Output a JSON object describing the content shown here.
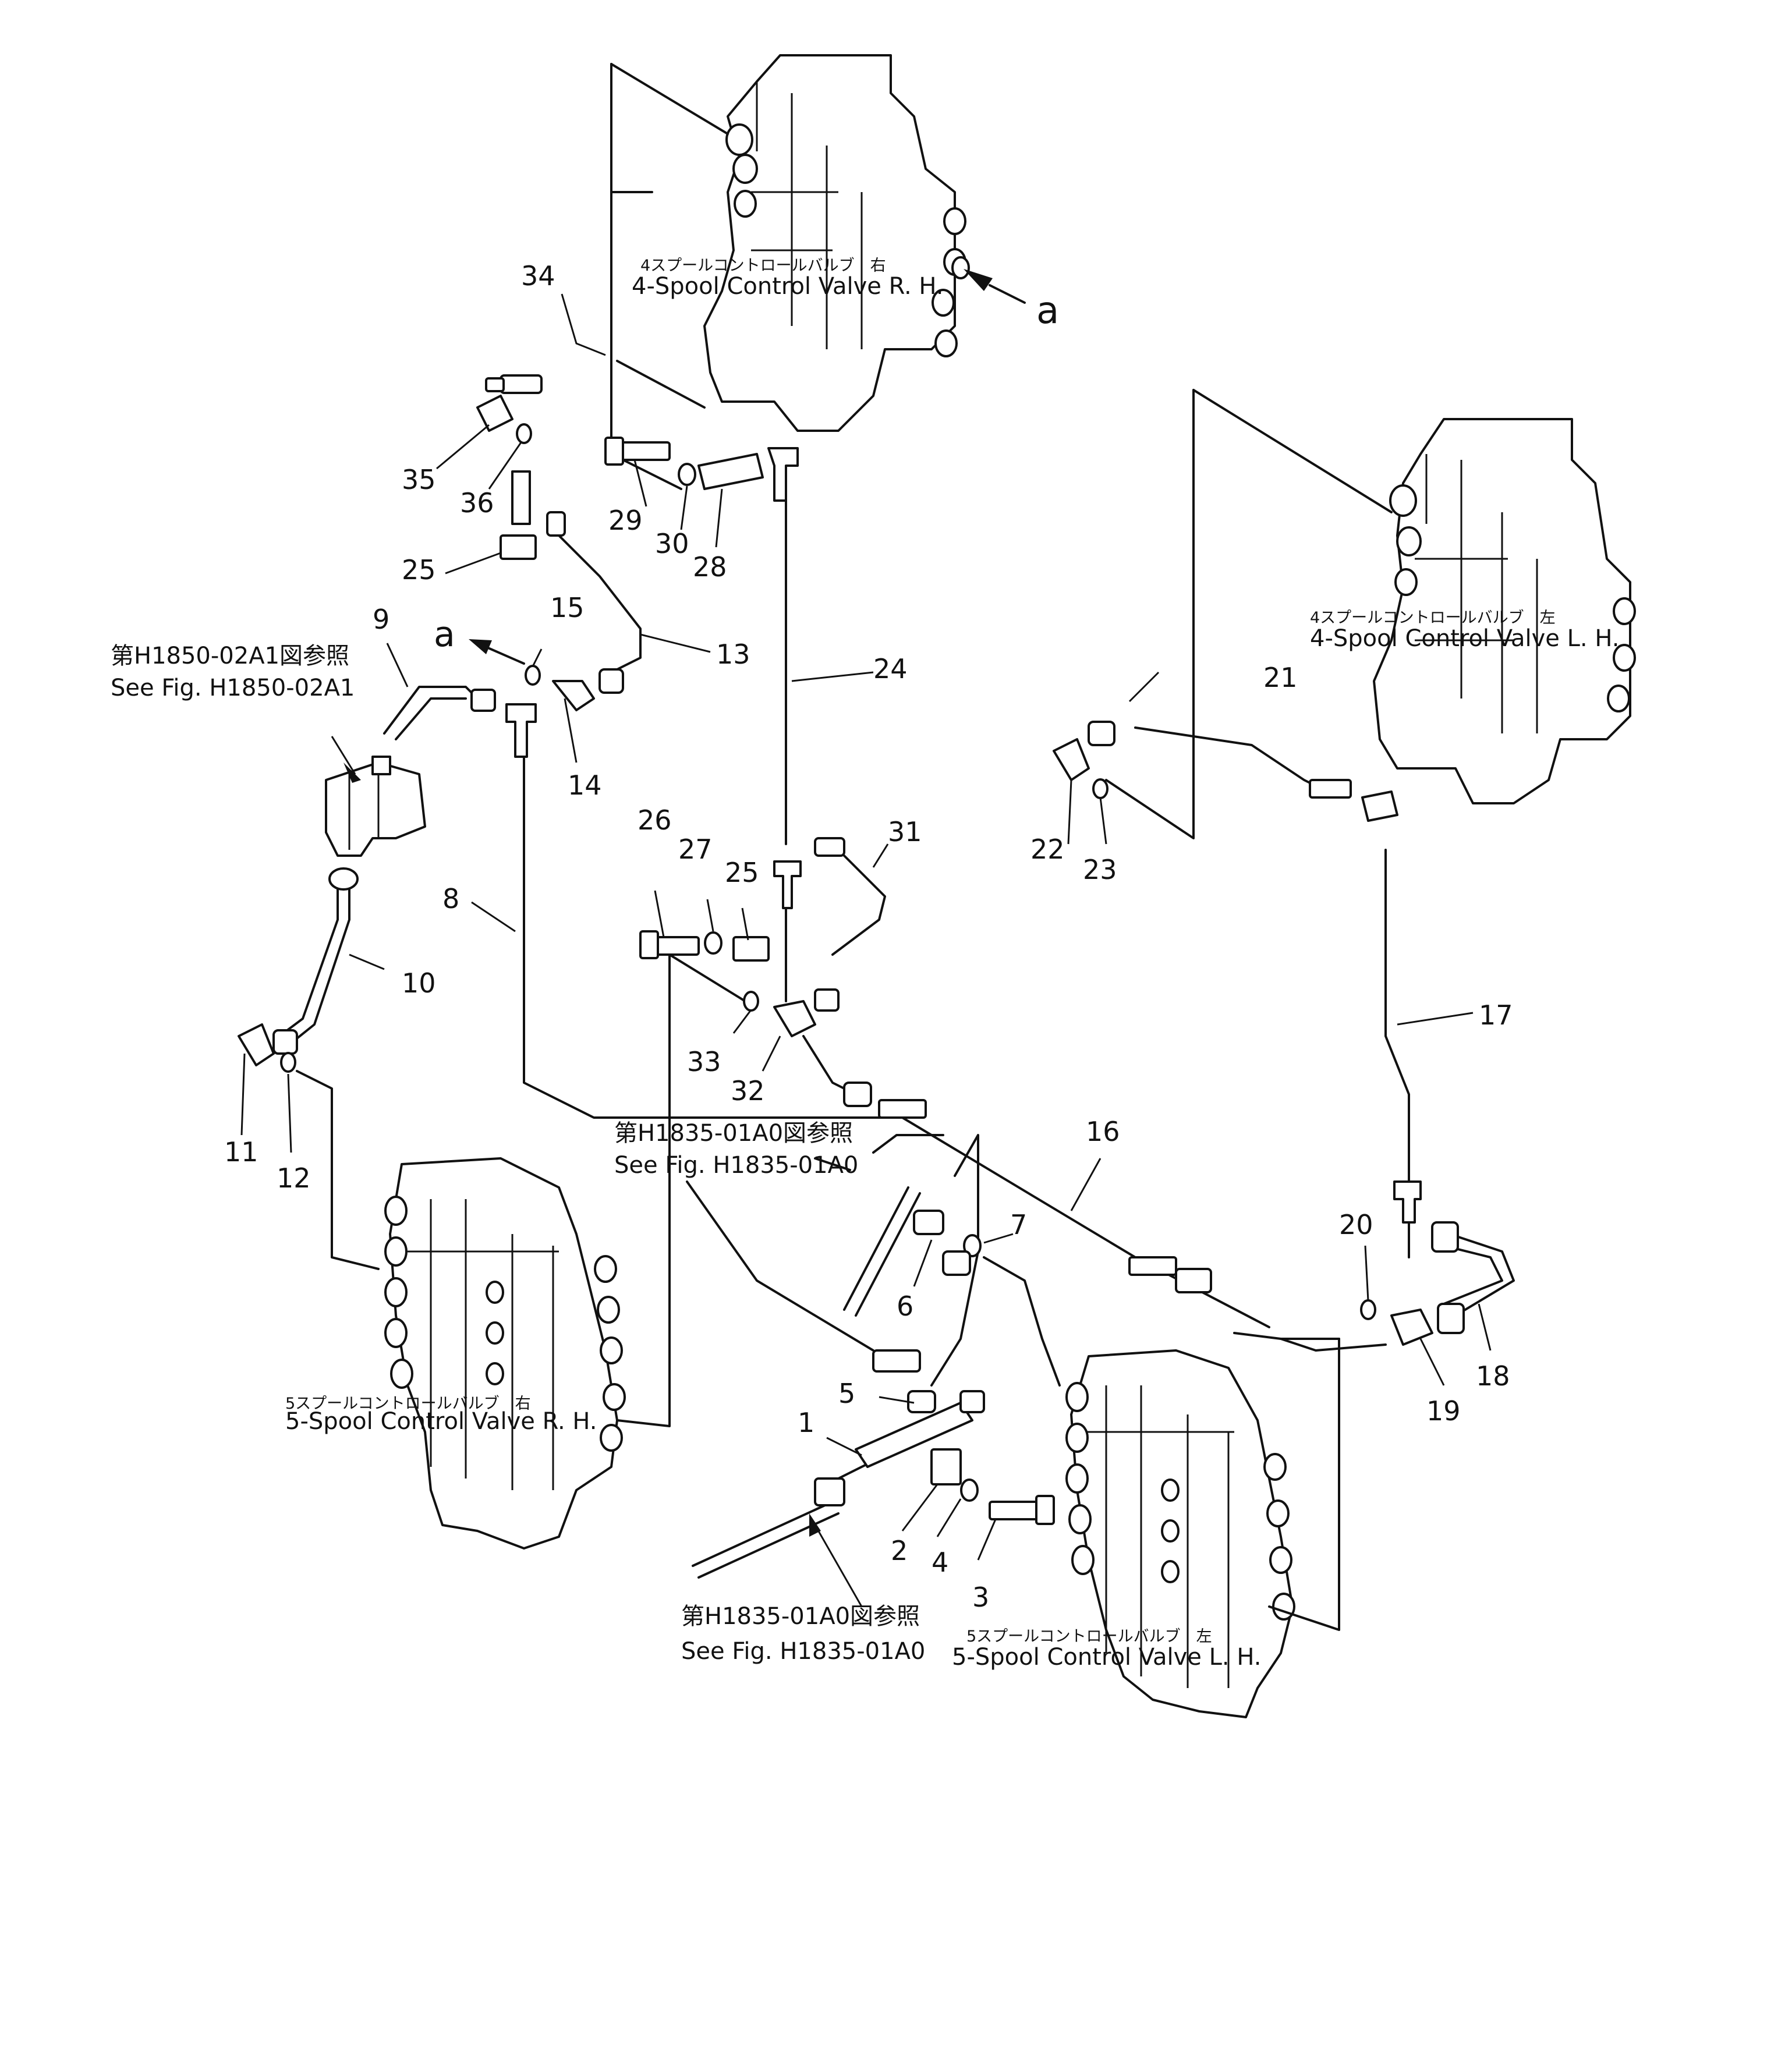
{
  "callouts": [
    {
      "n": "1"
    },
    {
      "n": "2"
    },
    {
      "n": "3"
    },
    {
      "n": "4"
    },
    {
      "n": "5"
    },
    {
      "n": "6"
    },
    {
      "n": "7"
    },
    {
      "n": "8"
    },
    {
      "n": "9"
    },
    {
      "n": "10"
    },
    {
      "n": "11"
    },
    {
      "n": "12"
    },
    {
      "n": "13"
    },
    {
      "n": "14"
    },
    {
      "n": "15"
    },
    {
      "n": "16"
    },
    {
      "n": "17"
    },
    {
      "n": "18"
    },
    {
      "n": "19"
    },
    {
      "n": "20"
    },
    {
      "n": "21"
    },
    {
      "n": "22"
    },
    {
      "n": "23"
    },
    {
      "n": "24"
    },
    {
      "n": "25"
    },
    {
      "n": "25"
    },
    {
      "n": "26"
    },
    {
      "n": "27"
    },
    {
      "n": "28"
    },
    {
      "n": "29"
    },
    {
      "n": "30"
    },
    {
      "n": "31"
    },
    {
      "n": "32"
    },
    {
      "n": "33"
    },
    {
      "n": "34"
    },
    {
      "n": "35"
    },
    {
      "n": "36"
    }
  ],
  "valves": {
    "v4_rh": {
      "jp": "4スプールコントロールバルブ　右",
      "en": "4-Spool  Control  Valve  R. H."
    },
    "v4_lh": {
      "jp": "4スプールコントロールバルブ　左",
      "en": "4-Spool  Control  Valve  L. H."
    },
    "v5_rh": {
      "jp": "5スプールコントロールバルブ　右",
      "en": "5-Spool  Control  Valve  R. H."
    },
    "v5_lh": {
      "jp": "5スプールコントロールバルブ　左",
      "en": "5-Spool  Control  Valve  L. H."
    }
  },
  "refs": {
    "h1850": {
      "jp": "第H1850-02A1図参照",
      "en": "See  Fig.  H1850-02A1"
    },
    "h1835_mid": {
      "jp": "第H1835-01A0図参照",
      "en": "See  Fig.  H1835-01A0"
    },
    "h1835_bot": {
      "jp": "第H1835-01A0図参照",
      "en": "See  Fig.  H1835-01A0"
    }
  },
  "view_markers": {
    "a_top": "a",
    "a_left": "a"
  }
}
